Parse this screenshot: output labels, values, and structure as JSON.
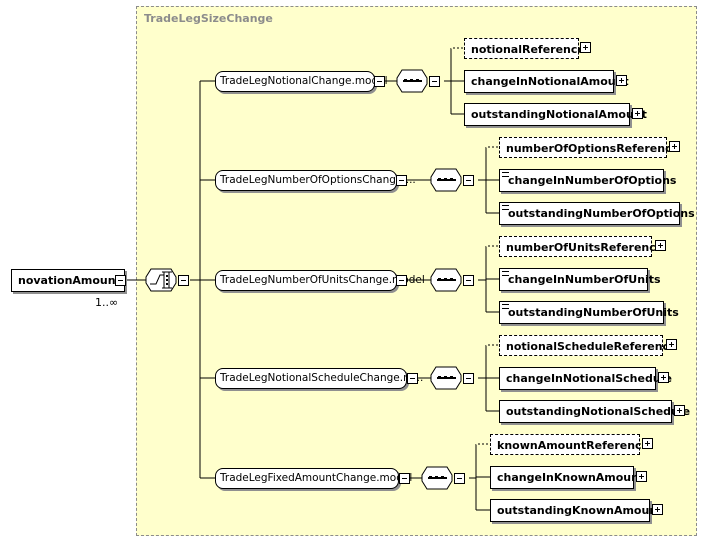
{
  "group": {
    "title": "TradeLegSizeChange"
  },
  "root": {
    "label": "novationAmount",
    "multiplicity": "1..∞"
  },
  "models": [
    {
      "label": "TradeLegNotionalChange.model",
      "children": [
        {
          "label": "notionalReference",
          "optional": true
        },
        {
          "label": "changeInNotionalAmount",
          "optional": false
        },
        {
          "label": "outstandingNotionalAmount",
          "optional": false
        }
      ]
    },
    {
      "label": "TradeLegNumberOfOptionsChange....",
      "children": [
        {
          "label": "numberOfOptionsReference",
          "optional": true
        },
        {
          "label": "changeInNumberOfOptions",
          "optional": false
        },
        {
          "label": "outstandingNumberOfOptions",
          "optional": false
        }
      ]
    },
    {
      "label": "TradeLegNumberOfUnitsChange.model",
      "children": [
        {
          "label": "numberOfUnitsReference",
          "optional": true
        },
        {
          "label": "changeInNumberOfUnits",
          "optional": false
        },
        {
          "label": "outstandingNumberOfUnits",
          "optional": false
        }
      ]
    },
    {
      "label": "TradeLegNotionalScheduleChange.m...",
      "children": [
        {
          "label": "notionalScheduleReference",
          "optional": true
        },
        {
          "label": "changeInNotionalSchedule",
          "optional": false
        },
        {
          "label": "outstandingNotionalSchedule",
          "optional": false
        }
      ]
    },
    {
      "label": "TradeLegFixedAmountChange.model",
      "children": [
        {
          "label": "knownAmountReference",
          "optional": true
        },
        {
          "label": "changeInKnownAmount",
          "optional": false
        },
        {
          "label": "outstandingKnownAmount",
          "optional": false
        }
      ]
    }
  ]
}
